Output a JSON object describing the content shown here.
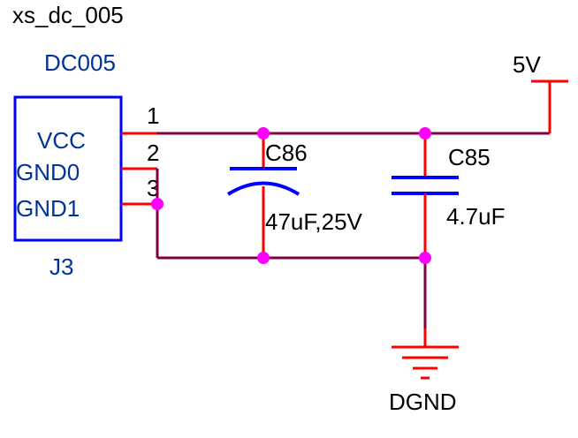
{
  "sheet": {
    "title": "xs_dc_005"
  },
  "connector": {
    "part": "DC005",
    "designator": "J3",
    "pins": [
      {
        "number": "1",
        "name": "VCC"
      },
      {
        "number": "2",
        "name": "GND0"
      },
      {
        "number": "3",
        "name": "GND1"
      }
    ]
  },
  "capacitors": [
    {
      "designator": "C86",
      "value": "47uF,25V",
      "polarized": true
    },
    {
      "designator": "C85",
      "value": "4.7uF",
      "polarized": false
    }
  ],
  "power": {
    "supply_label": "5V",
    "ground_label": "DGND"
  },
  "colors": {
    "wire": "#800040",
    "pin": "#ff0000",
    "junction": "#ff00ff",
    "component": "#0000ff",
    "label_blue": "#003399",
    "text": "#000000"
  }
}
